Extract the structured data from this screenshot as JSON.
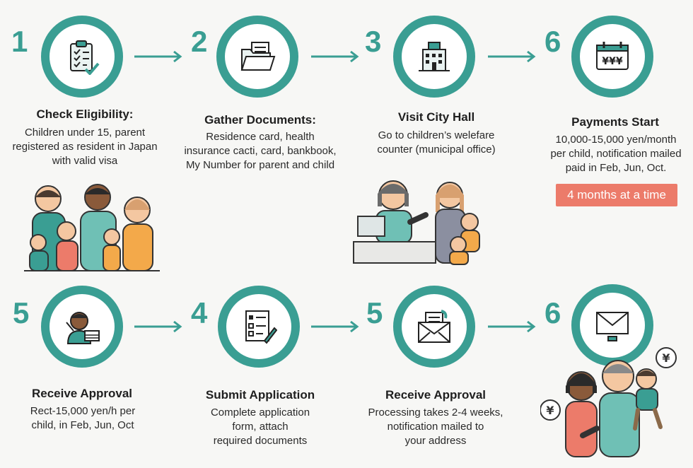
{
  "colors": {
    "accent": "#3a9e93",
    "badge": "#ec7b6a"
  },
  "steps": [
    {
      "number": "1",
      "icon": "clipboard-checklist-icon",
      "title": "Check Eligibility:",
      "description": [
        "Children under 15, parent",
        "registered as resident in Japan",
        "with valid visa"
      ]
    },
    {
      "number": "2",
      "icon": "folder-documents-icon",
      "title": "Gather Documents:",
      "description": [
        "Residence card, health",
        "insurance caсti, card, bankbook,",
        "My Number for parent and child"
      ]
    },
    {
      "number": "3",
      "icon": "city-hall-building-icon",
      "title": "Visit City Hall",
      "description": [
        "Go to children’s welefare",
        "counter (municipal office)"
      ]
    },
    {
      "number": "6",
      "icon": "calendar-yen-icon",
      "title": "Payments Start",
      "description": [
        "10,000-15,000 yen/month",
        "per child, notification mailed",
        "paid in Feb, Jun, Oct."
      ],
      "badge": "4 months at a time"
    },
    {
      "number": "5",
      "icon": "child-with-papers-icon",
      "title": "Receive Approval",
      "description": [
        "Rect-15,000 yen/h per",
        "child, in Feb, Jun, Oct"
      ]
    },
    {
      "number": "4",
      "icon": "application-form-pen-icon",
      "title": "Submit Application",
      "description": [
        "Complete application",
        "form, attach",
        "required documents"
      ]
    },
    {
      "number": "5",
      "icon": "envelope-letter-icon",
      "title": "Receive Approval",
      "description": [
        "Processing takes 2-4 weeks,",
        "notification mailed to",
        "your address"
      ]
    },
    {
      "number": "6",
      "icon": "mail-envelope-icon",
      "title": "",
      "description": []
    }
  ],
  "coin_labels": {
    "left": "¥",
    "right": "¥"
  }
}
